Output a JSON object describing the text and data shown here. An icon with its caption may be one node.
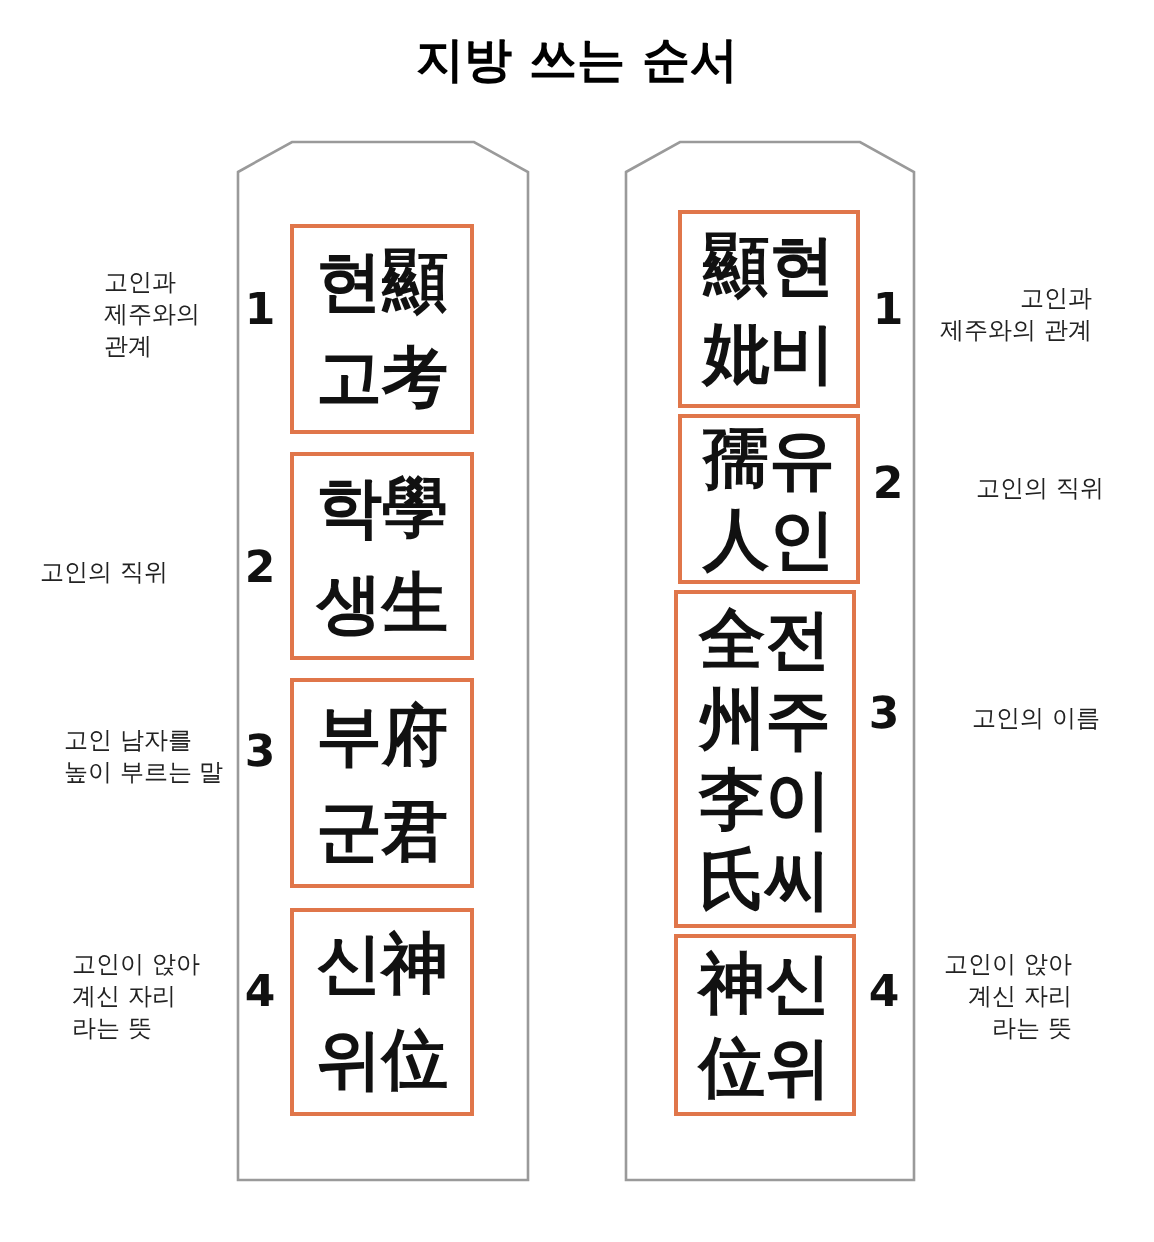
{
  "diagram": {
    "title": "지방 쓰는 순서",
    "nodes": [
      {
        "text": [],
        "shape": "box"
      },
      {
        "text": [
          "현顯 고考"
        ],
        "in": 0,
        "beside": [
          "1",
          "고인과 제주와의 관계"
        ]
      },
      {
        "text": [
          "학學 생生"
        ],
        "in": 0,
        "beside": [
          "2",
          "고인의 직위"
        ]
      },
      {
        "text": [
          "부府 군君"
        ],
        "in": 0,
        "beside": [
          "3",
          "고인 남자를 높이 부르는 말"
        ]
      },
      {
        "text": [
          "신神 위位"
        ],
        "in": 0,
        "beside": [
          "4",
          "고인이 앉아 계신 자리 라는 뜻"
        ]
      },
      {
        "text": [],
        "shape": "box"
      },
      {
        "text": [
          "顯현 妣비"
        ],
        "in": 5,
        "beside": [
          "1",
          "고인과 제주와의 관계"
        ]
      },
      {
        "text": [
          "孺유 人인"
        ],
        "in": 5,
        "beside": [
          "2",
          "고인의 직위"
        ]
      },
      {
        "text": [
          "全전 州주 李이 氏씨"
        ],
        "in": 5,
        "beside": [
          "3",
          "고인의 이름"
        ]
      },
      {
        "text": [
          "神신 位위"
        ],
        "in": 5,
        "beside": [
          "4",
          "고인이 앉아 계신 자리 라는 뜻"
        ]
      }
    ]
  }
}
